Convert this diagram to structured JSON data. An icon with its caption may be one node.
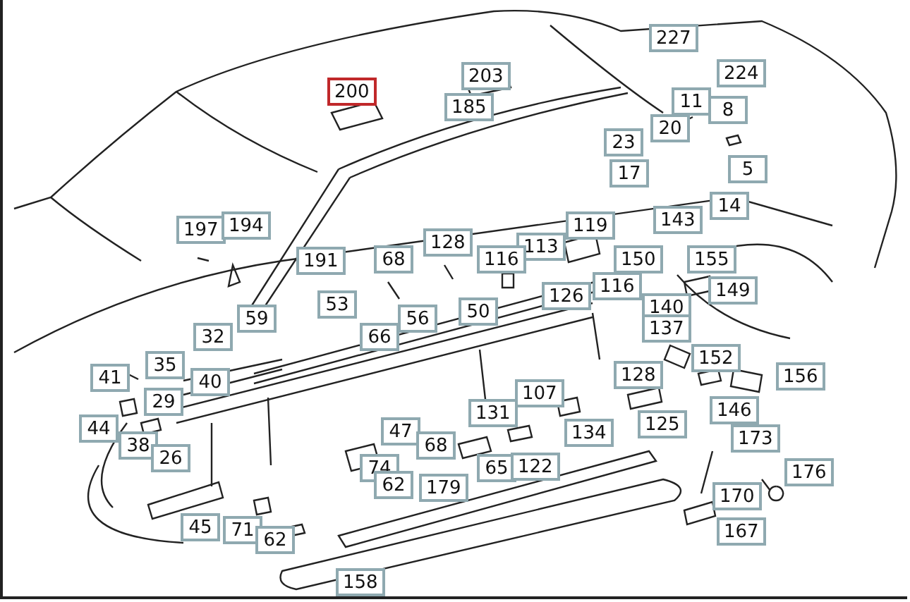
{
  "diagram": {
    "labels": [
      "227",
      "200",
      "203",
      "224",
      "185",
      "11",
      "8",
      "23",
      "20",
      "17",
      "5",
      "197",
      "194",
      "119",
      "143",
      "14",
      "128",
      "113",
      "191",
      "68",
      "116",
      "150",
      "155",
      "126",
      "116",
      "149",
      "59",
      "53",
      "56",
      "50",
      "140",
      "32",
      "66",
      "137",
      "41",
      "35",
      "40",
      "128",
      "152",
      "156",
      "29",
      "131",
      "107",
      "146",
      "44",
      "38",
      "47",
      "68",
      "134",
      "125",
      "173",
      "26",
      "74",
      "62",
      "179",
      "65",
      "122",
      "176",
      "45",
      "71",
      "62",
      "170",
      "167",
      "158"
    ]
  }
}
